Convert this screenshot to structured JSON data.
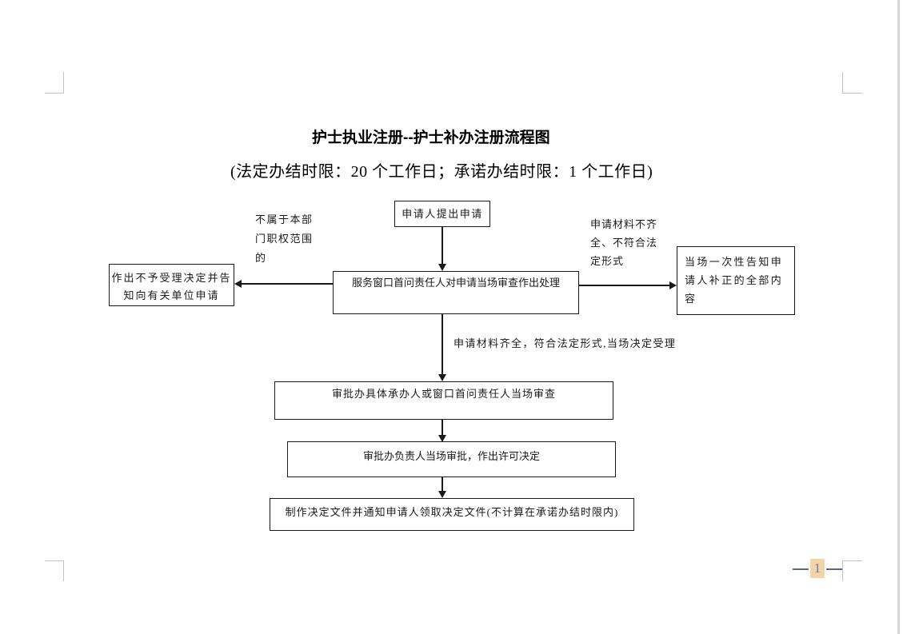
{
  "document": {
    "title": "护士执业注册--护士补办注册流程图",
    "subtitle": "(法定办结时限：20 个工作日；承诺办结时限：1 个工作日)",
    "page_number": "1"
  },
  "flowchart": {
    "nodes": {
      "start": "申请人提出申请",
      "window_review": "服务窗口首问责任人对申请当场审查作出处理",
      "reject_notice": "作出不予受理决定并告知向有关单位申请",
      "onetime_notice": "当场一次性告知申请人补正的全部内容",
      "onsite_check": "审批办具体承办人或窗口首问责任人当场审查",
      "leader_approve": "审批办负责人当场审批，作出许可决定",
      "issue_document": "制作决定文件并通知申请人领取决定文件(不计算在承诺办结时限内)"
    },
    "edge_labels": {
      "not_in_authority": "不属于本部门职权范围的",
      "material_incomplete": "申请材料不齐全、不符合法定形式",
      "material_complete": "申请材料齐全，符合法定形式,当场决定受理"
    }
  }
}
